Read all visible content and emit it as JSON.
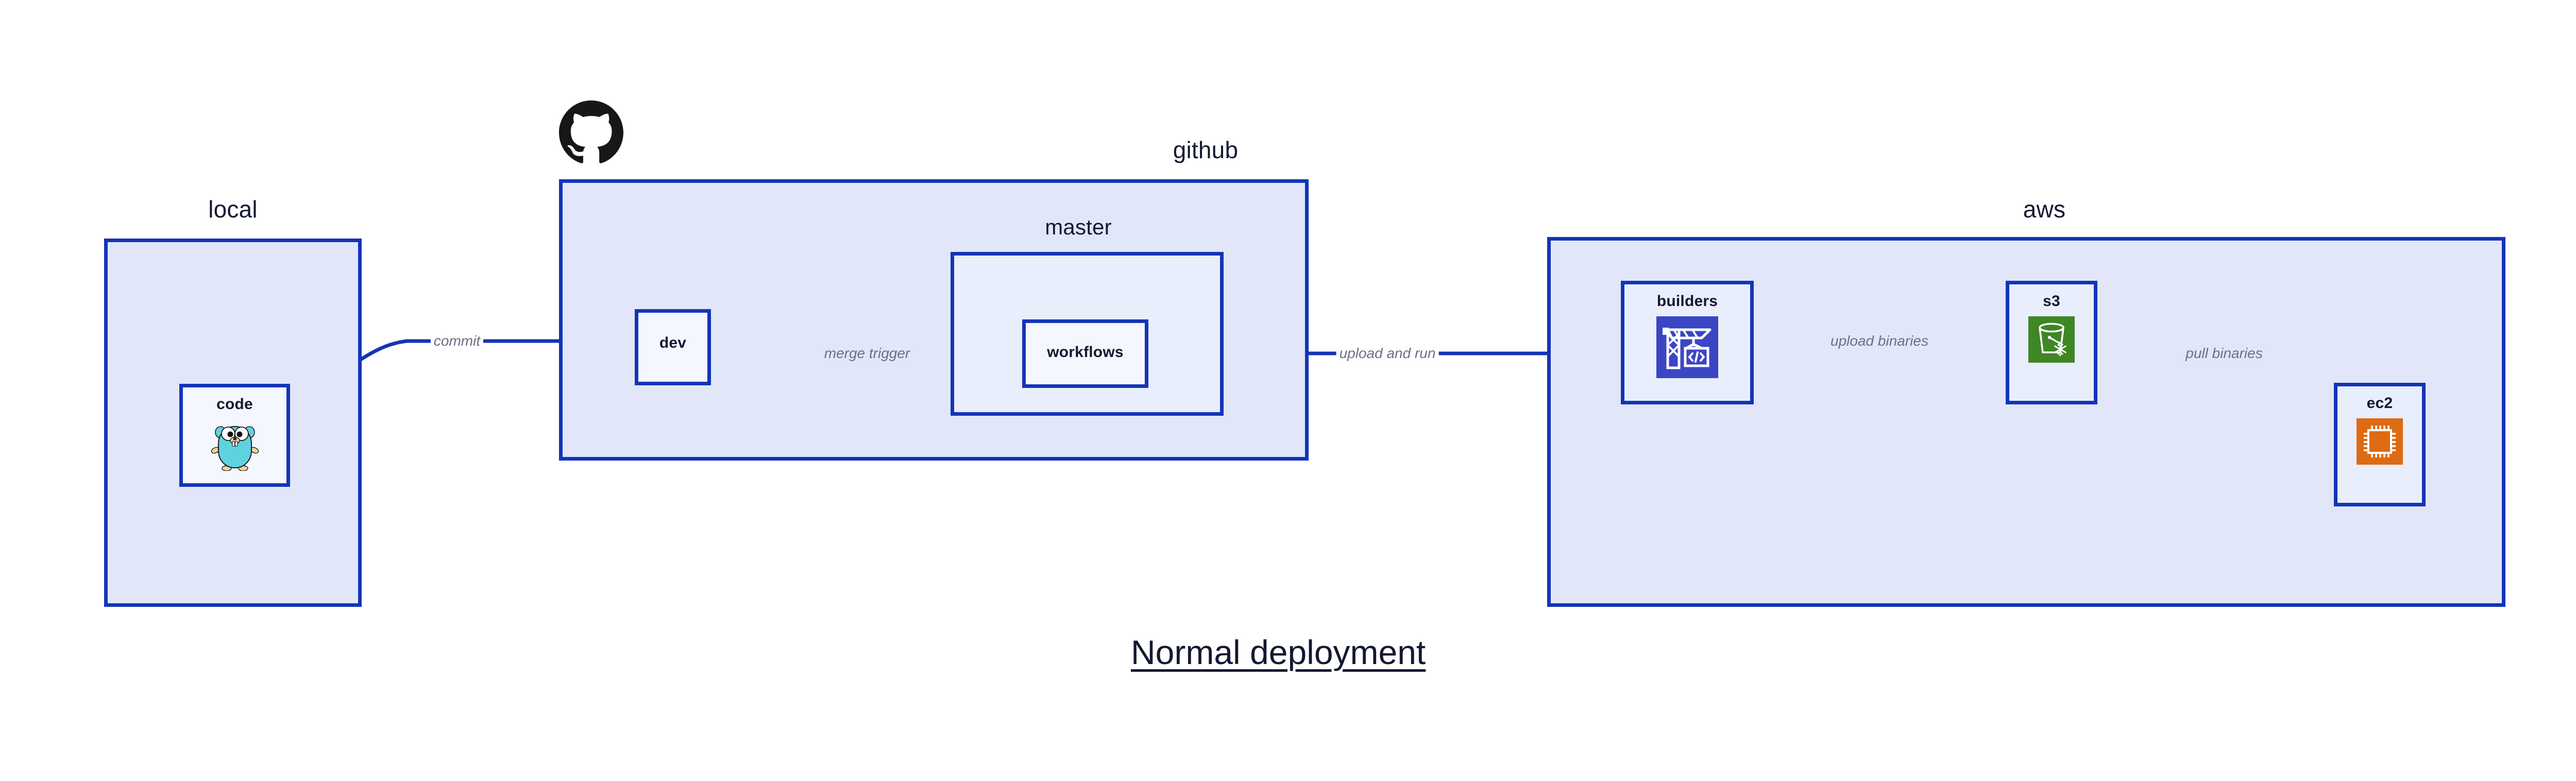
{
  "caption": "Normal deployment",
  "colors": {
    "border": "#1434b8",
    "group_fill": "#e1e7f9",
    "node_fill": "#e9eefc",
    "node_fill_pale": "#f5f7fe",
    "edge_label": "#6b7184",
    "text": "#141832",
    "builders_icon_bg": "#3a46c4",
    "s3_icon_bg": "#3f8624",
    "ec2_icon_bg": "#dd6b13",
    "gopher_body": "#5fd2e0",
    "github_logo": "#181717"
  },
  "groups": [
    {
      "id": "local",
      "label": "local"
    },
    {
      "id": "github",
      "label": "github"
    },
    {
      "id": "master",
      "label": "master"
    },
    {
      "id": "aws",
      "label": "aws"
    }
  ],
  "nodes": [
    {
      "id": "code",
      "label": "code",
      "icon": "go-gopher-icon"
    },
    {
      "id": "dev",
      "label": "dev",
      "icon": null
    },
    {
      "id": "workflows",
      "label": "workflows",
      "icon": null
    },
    {
      "id": "builders",
      "label": "builders",
      "icon": "aws-codebuild-crane-icon"
    },
    {
      "id": "s3",
      "label": "s3",
      "icon": "aws-s3-glacier-bucket-icon"
    },
    {
      "id": "ec2",
      "label": "ec2",
      "icon": "aws-ec2-cpu-chip-icon"
    }
  ],
  "edges": [
    {
      "id": "commit",
      "from": "code",
      "to": "dev",
      "label": "commit"
    },
    {
      "id": "merge-trigger",
      "from": "dev",
      "to": "workflows",
      "label": "merge trigger"
    },
    {
      "id": "upload-and-run",
      "from": "workflows",
      "to": "builders",
      "label": "upload and run"
    },
    {
      "id": "upload-binaries",
      "from": "builders",
      "to": "s3",
      "label": "upload binaries"
    },
    {
      "id": "pull-binaries",
      "from": "s3",
      "to": "ec2",
      "label": "pull binaries"
    }
  ],
  "logos": [
    {
      "id": "github-mark",
      "name": "github-octocat-logo"
    }
  ]
}
